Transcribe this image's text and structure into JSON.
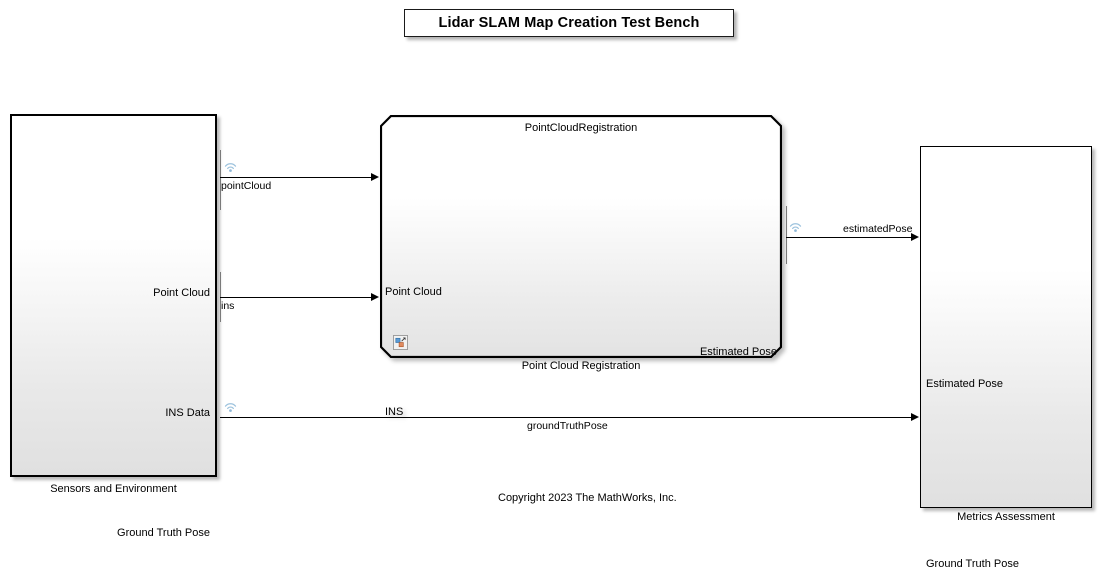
{
  "title": {
    "text": "Lidar SLAM Map Creation Test Bench"
  },
  "blocks": {
    "sensors": {
      "caption": "Sensors and Environment",
      "ports": {
        "point_cloud": "Point Cloud",
        "ins_data": "INS Data",
        "ground_truth_pose": "Ground Truth Pose"
      }
    },
    "registration": {
      "inner_title": "PointCloudRegistration",
      "caption": "Point Cloud Registration",
      "ports": {
        "point_cloud_in": "Point Cloud",
        "ins_in": "INS",
        "estimated_pose_out": "Estimated Pose"
      },
      "badge": "model-reference-badge"
    },
    "metrics": {
      "caption": "Metrics Assessment",
      "ports": {
        "estimated_pose_in": "Estimated Pose",
        "ground_truth_pose_in": "Ground Truth Pose"
      }
    }
  },
  "signals": {
    "point_cloud": "pointCloud",
    "ins": "ins",
    "estimated_pose": "estimatedPose",
    "ground_truth_pose": "groundTruthPose"
  },
  "icons": {
    "signal_logging": "signal-logging-antenna-icon"
  },
  "footer": {
    "copyright": "Copyright 2023 The MathWorks, Inc."
  },
  "colors": {
    "background": "#ffffff",
    "line": "#000000",
    "block_border": "#000000",
    "block_fill_top": "#ffffff",
    "block_fill_bottom": "#e0e0e0",
    "logging_badge": "#8fb8d8"
  }
}
